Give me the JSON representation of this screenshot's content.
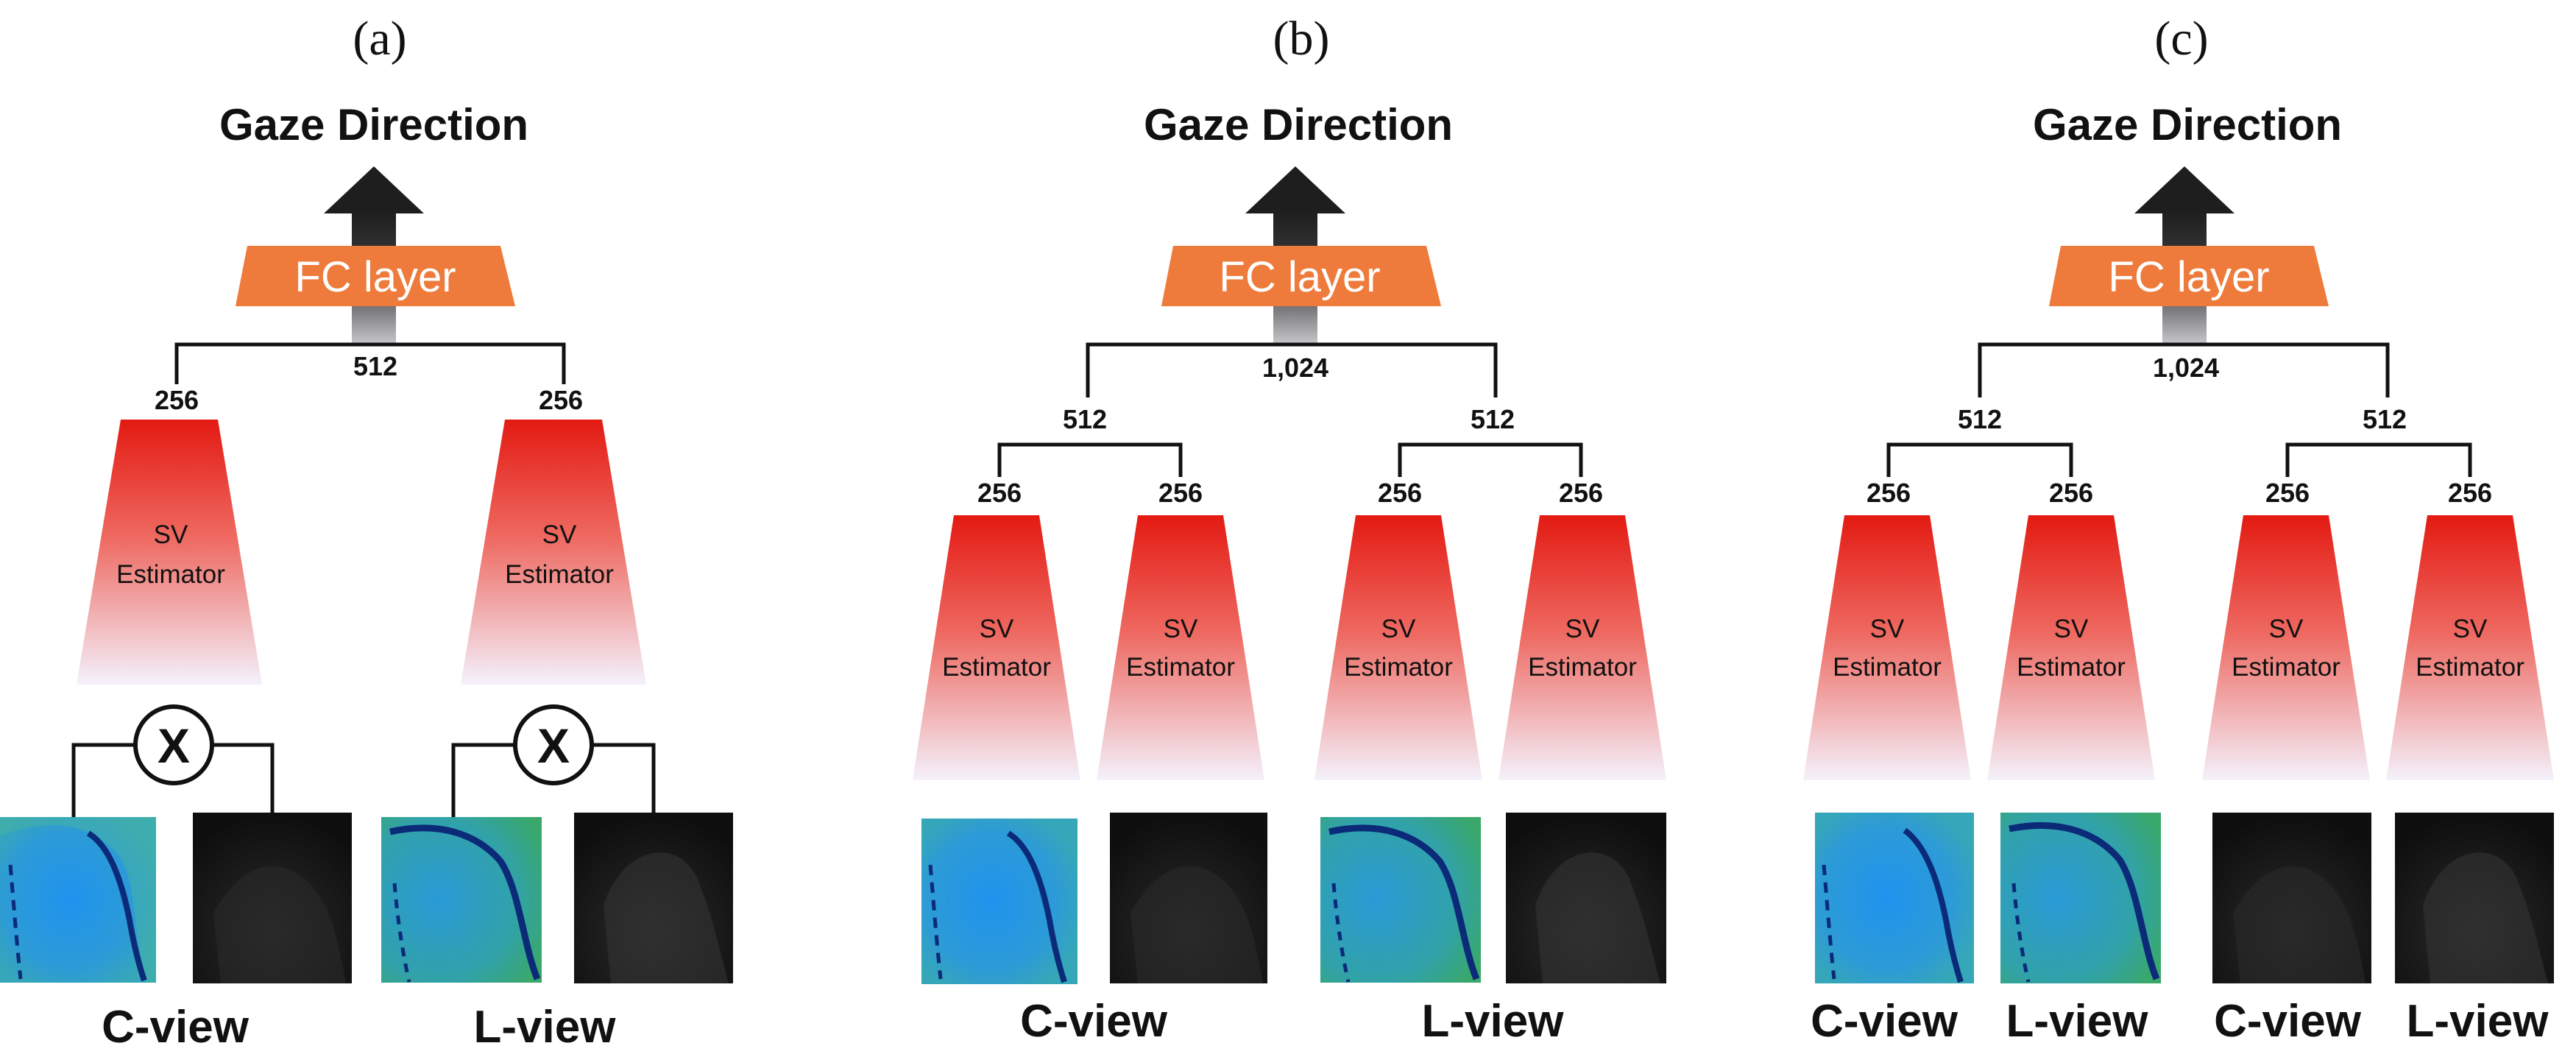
{
  "panels": [
    {
      "label": "(a)",
      "output": "Gaze Direction",
      "fc_label": "FC layer",
      "concat_dim": "512",
      "branch_dims": [
        "256",
        "256"
      ],
      "estimator_label": [
        "SV",
        "Estimator"
      ],
      "multiply_symbol": "X",
      "view_labels": [
        "C-view",
        "L-view"
      ]
    },
    {
      "label": "(b)",
      "output": "Gaze Direction",
      "fc_label": "FC layer",
      "concat_dim": "1,024",
      "group_dims": [
        "512",
        "512"
      ],
      "branch_dims": [
        "256",
        "256",
        "256",
        "256"
      ],
      "estimator_label": [
        "SV",
        "Estimator"
      ],
      "view_labels": [
        "C-view",
        "L-view"
      ]
    },
    {
      "label": "(c)",
      "output": "Gaze Direction",
      "fc_label": "FC layer",
      "concat_dim": "1,024",
      "group_dims": [
        "512",
        "512"
      ],
      "branch_dims": [
        "256",
        "256",
        "256",
        "256"
      ],
      "estimator_label": [
        "SV",
        "Estimator"
      ],
      "view_labels": [
        "C-view",
        "L-view",
        "C-view",
        "L-view"
      ]
    }
  ],
  "colors": {
    "fc_orange": "#ee7b3b",
    "estimator_red": "#e52218",
    "arrow_dark": "#222222",
    "depth_blue": "#2a9ee2",
    "depth_green": "#34a876",
    "ir_dark": "#141414"
  }
}
